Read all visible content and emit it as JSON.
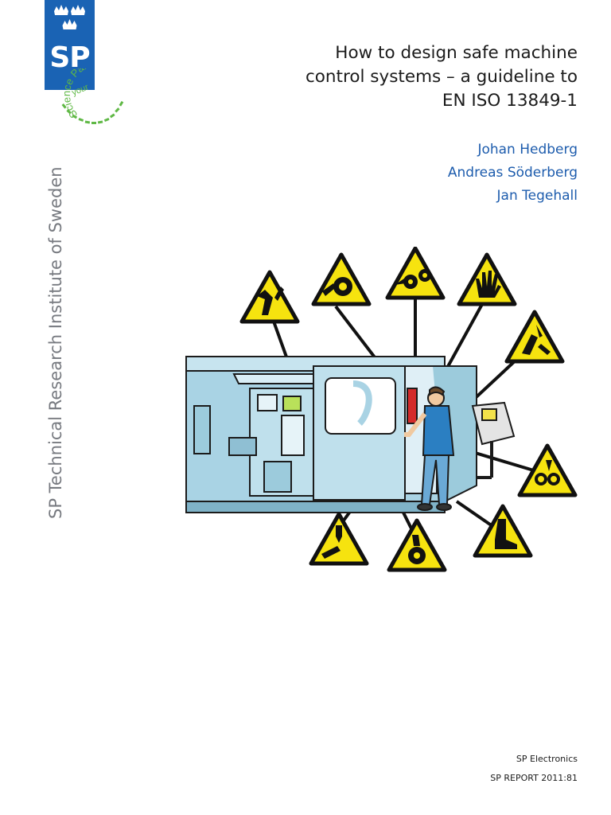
{
  "logo": {
    "wordmark": "SP"
  },
  "tagline": {
    "word1": "your",
    "word2": "Science Partner"
  },
  "side_title": "SP Technical Research Institute of Sweden",
  "title_lines": [
    "How to design safe machine",
    "control systems – a guideline to",
    "EN ISO 13849-1"
  ],
  "authors": [
    "Johan Hedberg",
    "Andreas Söderberg",
    "Jan Tegehall"
  ],
  "footer": {
    "department": "SP Electronics",
    "report": "SP REPORT 2011:81"
  },
  "colors": {
    "brand_blue": "#1a63b4",
    "author_blue": "#1d5cad",
    "tagline_green": "#5fb845",
    "warning_yellow": "#f6e30f",
    "machine_blue": "#a9d3e4"
  },
  "illustration": {
    "icons": [
      "crushing-hazard-icon",
      "rotating-roller-hazard-icon",
      "gear-entanglement-hazard-icon",
      "hand-hazard-icon",
      "sliding-part-hazard-icon",
      "entanglement-hazard-icon",
      "drill-hazard-icon",
      "rotating-wheel-hazard-icon",
      "foot-crushing-hazard-icon"
    ]
  }
}
